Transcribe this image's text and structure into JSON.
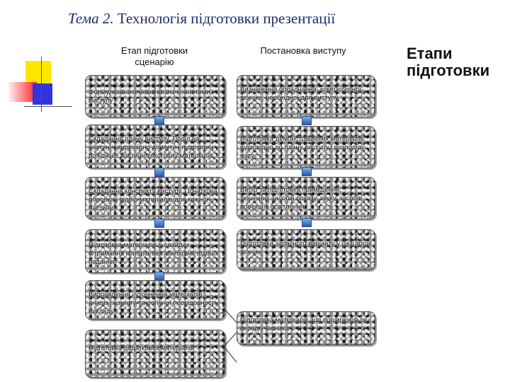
{
  "title": {
    "italic": "Тема 2.",
    "main": "Технологія підготовки презентації"
  },
  "columns": {
    "left_heading": "Етап підготовки сценарію",
    "right_heading": "Постановка виступу"
  },
  "side_label": "Етапи підготовки",
  "left_steps": [
    "Формулювання мети, визначення теми виступу",
    "Складання плану виступу. Поділ на частини, відповідно до мети і підготовка до кожної частини текстових матеріалів",
    "Складання конспекту виступу. Початкова обробка і підбір матеріалів для кожної частини",
    "Підготовка матеріалів у слайдах. Отримання матеріалів та вибір методів їх подання",
    "Виправлення і уточнення матеріалів, аналіз їх змісту та логічної послідовності викладу",
    "Підготовка додаткових матеріалів"
  ],
  "right_steps": [
    "Визначення обладнання, комп'ютерної техніки, необхідної для виступу",
    "Підготовка демонстраційних матеріалів, відповідно до плану виступу і розподілу часу",
    "Вибір та підготовка приміщення, технічних засобів показу, звуку, засобів проекції і освітлення",
    "Підготовка запасного варіанту у разі збоїв техніки",
    "Підготовка матеріалів, що поширюються серед учасників"
  ]
}
